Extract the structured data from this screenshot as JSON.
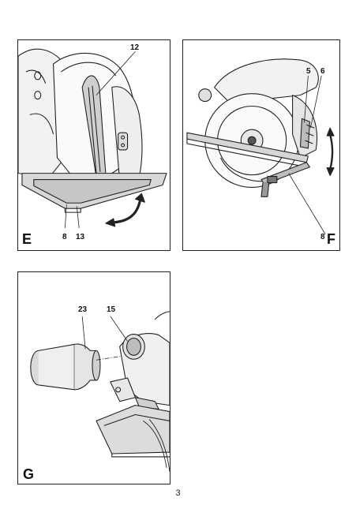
{
  "page": {
    "number": "3"
  },
  "figures": {
    "E": {
      "letter": "E",
      "callouts": [
        "12",
        "8",
        "13"
      ]
    },
    "F": {
      "letter": "F",
      "callouts": [
        "5",
        "6",
        "8"
      ]
    },
    "G": {
      "letter": "G",
      "callouts": [
        "23",
        "15"
      ]
    }
  }
}
